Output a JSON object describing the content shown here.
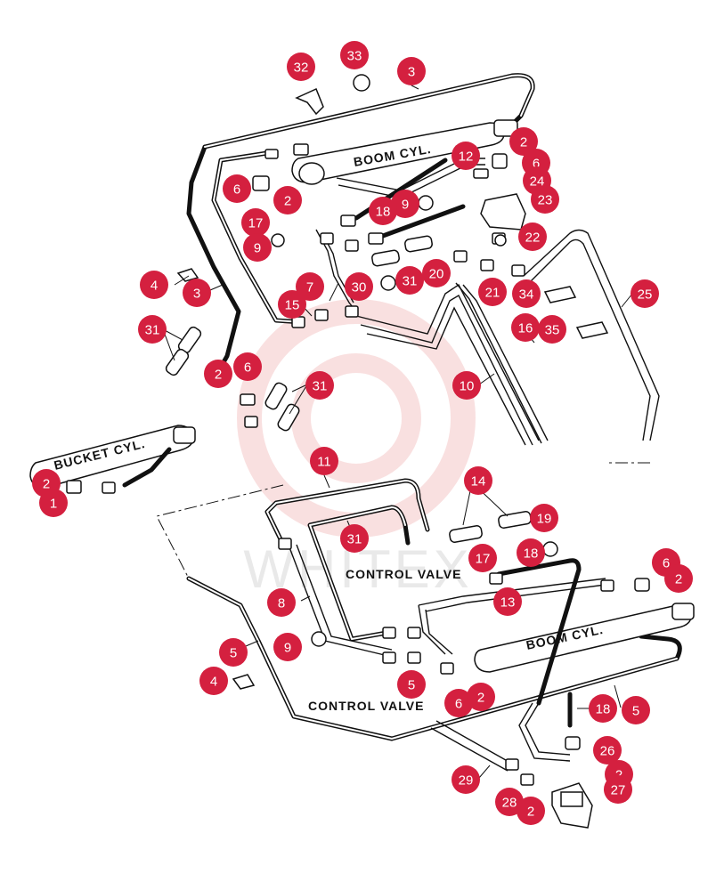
{
  "labels": {
    "boom_cyl_top": "BOOM CYL.",
    "boom_cyl_bottom": "BOOM CYL.",
    "bucket_cyl": "BUCKET CYL.",
    "control_valve_upper": "CONTROL VALVE",
    "control_valve_lower": "CONTROL VALVE"
  },
  "watermark": {
    "text": "WHITEX",
    "color": "#f4c7c7"
  },
  "callout_color": "#d4203f",
  "callouts": [
    {
      "n": "32"
    },
    {
      "n": "33"
    },
    {
      "n": "3"
    },
    {
      "n": "2"
    },
    {
      "n": "6"
    },
    {
      "n": "12"
    },
    {
      "n": "6"
    },
    {
      "n": "2"
    },
    {
      "n": "24"
    },
    {
      "n": "23"
    },
    {
      "n": "9"
    },
    {
      "n": "18"
    },
    {
      "n": "17"
    },
    {
      "n": "9"
    },
    {
      "n": "22"
    },
    {
      "n": "4"
    },
    {
      "n": "3"
    },
    {
      "n": "7"
    },
    {
      "n": "30"
    },
    {
      "n": "31"
    },
    {
      "n": "20"
    },
    {
      "n": "21"
    },
    {
      "n": "34"
    },
    {
      "n": "25"
    },
    {
      "n": "15"
    },
    {
      "n": "31"
    },
    {
      "n": "16"
    },
    {
      "n": "35"
    },
    {
      "n": "2"
    },
    {
      "n": "6"
    },
    {
      "n": "31"
    },
    {
      "n": "10"
    },
    {
      "n": "2"
    },
    {
      "n": "1"
    },
    {
      "n": "11"
    },
    {
      "n": "31"
    },
    {
      "n": "14"
    },
    {
      "n": "19"
    },
    {
      "n": "6"
    },
    {
      "n": "18"
    },
    {
      "n": "2"
    },
    {
      "n": "17"
    },
    {
      "n": "8"
    },
    {
      "n": "13"
    },
    {
      "n": "5"
    },
    {
      "n": "9"
    },
    {
      "n": "5"
    },
    {
      "n": "4"
    },
    {
      "n": "6"
    },
    {
      "n": "2"
    },
    {
      "n": "18"
    },
    {
      "n": "5"
    },
    {
      "n": "26"
    },
    {
      "n": "2"
    },
    {
      "n": "29"
    },
    {
      "n": "27"
    },
    {
      "n": "28"
    },
    {
      "n": "2"
    }
  ]
}
